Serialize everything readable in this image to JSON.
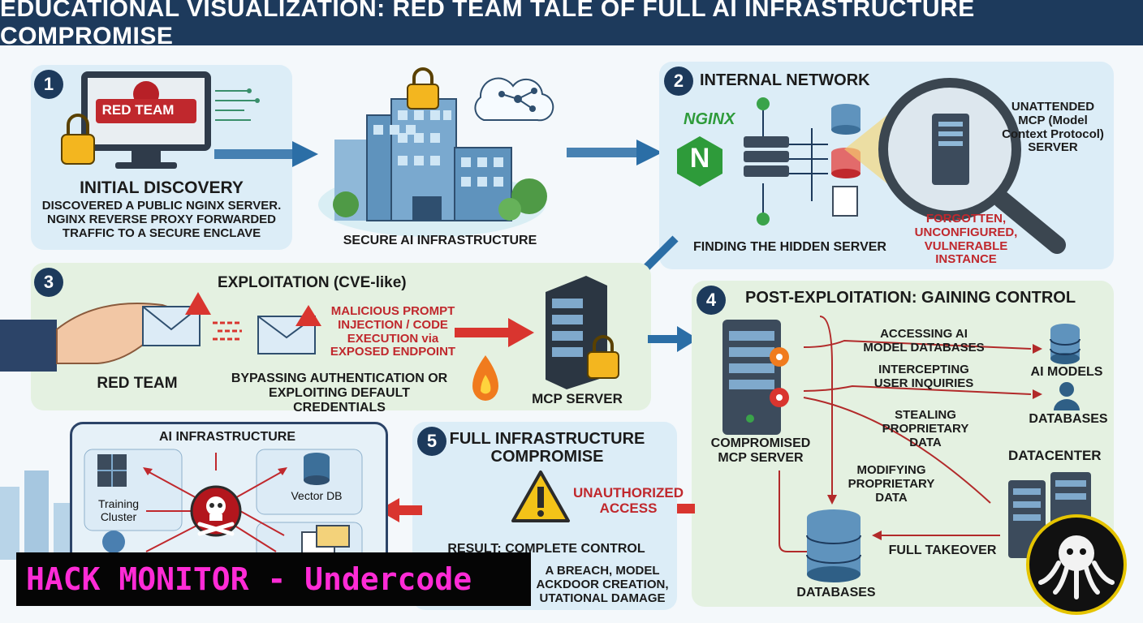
{
  "header": {
    "title": "EDUCATIONAL VISUALIZATION: RED TEAM TALE OF FULL AI INFRASTRUCTURE COMPROMISE"
  },
  "step1": {
    "number": "1",
    "monitor_label": "RED TEAM",
    "title": "INITIAL DISCOVERY",
    "body": "DISCOVERED A PUBLIC NGINX SERVER. NGINX REVERSE PROXY FORWARDED TRAFFIC TO A SECURE ENCLAVE",
    "building_caption": "SECURE AI INFRASTRUCTURE"
  },
  "step2": {
    "number": "2",
    "title": "INTERNAL NETWORK",
    "nginx_logo_text": "NGINX",
    "nginx_badge": "N",
    "caption": "FINDING THE HIDDEN SERVER",
    "server_label": "UNATTENDED MCP (Model Context Protocol) SERVER",
    "warning": "FORGOTTEN, UNCONFIGURED, VULNERABLE INSTANCE"
  },
  "step3": {
    "number": "3",
    "title": "EXPLOITATION (CVE-like)",
    "actor": "RED TEAM",
    "payload": "MALICIOUS PROMPT INJECTION / CODE EXECUTION via EXPOSED ENDPOINT",
    "bypass": "BYPASSING AUTHENTICATION OR EXPLOITING DEFAULT CREDENTIALS",
    "target": "MCP SERVER"
  },
  "step4": {
    "number": "4",
    "title": "POST-EXPLOITATION: GAINING CONTROL",
    "server": "COMPROMISED MCP SERVER",
    "actions": {
      "access": "ACCESSING AI MODEL DATABASES",
      "intercept": "INTERCEPTING USER INQUIRIES",
      "steal": "STEALING PROPRIETARY DATA",
      "modify": "MODIFYING PROPRIETARY DATA",
      "takeover": "FULL TAKEOVER"
    },
    "targets": {
      "models": "AI MODELS",
      "databases_top": "DATABASES",
      "datacenter": "DATACENTER",
      "databases_bottom": "DATABASES"
    }
  },
  "step5": {
    "number": "5",
    "title": "FULL INFRASTRUCTURE COMPROMISE",
    "unauthorized": "UNAUTHORIZED ACCESS",
    "result": "RESULT: COMPLETE CONTROL",
    "result_detail": "A BREACH, MODEL ACKDOOR CREATION, UTATIONAL DAMAGE"
  },
  "ai_infra": {
    "title": "AI INFRASTRUCTURE",
    "training": "Training Cluster",
    "vector": "Vector DB"
  },
  "watermark": {
    "text": "HACK MONITOR - Undercode"
  },
  "colors": {
    "navy": "#1d3a5c",
    "red": "#c0282d",
    "blue_panel": "#dcedf7",
    "green_panel": "#e4f1e1",
    "watermark": "#ff2bd6"
  }
}
